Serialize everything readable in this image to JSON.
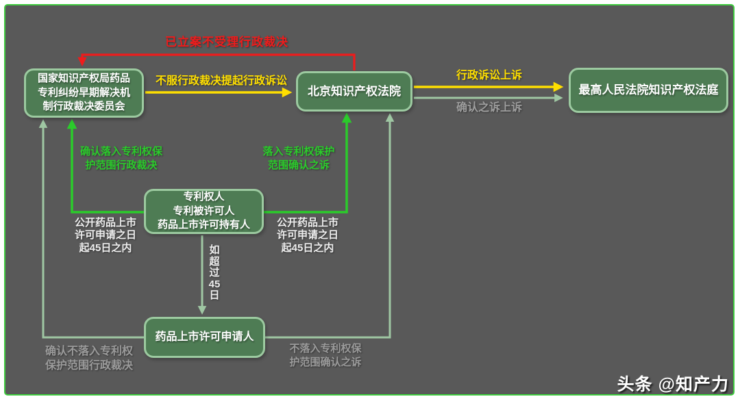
{
  "canvas": {
    "background": "#ffffff",
    "panel_bg": "#595959",
    "panel_border": "#3fcb3f",
    "node_fill": "#4e7c54",
    "node_border": "#9ccaa0"
  },
  "nodes": {
    "committee": {
      "label": "国家知识产权局药品\n专利纠纷早期解决机\n制行政裁决委员会"
    },
    "beijing_court": {
      "label": "北京知识产权法院"
    },
    "supreme_court": {
      "label": "最高人民法院知识产权法庭"
    },
    "parties": {
      "label": "专利权人\n专利被许可人\n药品上市许可持有人"
    },
    "applicant": {
      "label": "药品上市许可申请人"
    }
  },
  "edges": {
    "case_filed_rejection": {
      "label": "已立案不受理行政裁决",
      "color": "#ee1c1c",
      "from": "beijing_court",
      "to": "committee"
    },
    "admin_litigation": {
      "label": "不服行政裁决提起行政诉讼",
      "color": "#ffdf00",
      "from": "committee",
      "to": "beijing_court"
    },
    "admin_litigation_appeal": {
      "label": "行政诉讼上诉",
      "color": "#ffdf00",
      "from": "beijing_court",
      "to": "supreme_court"
    },
    "confirmation_suit_appeal": {
      "label": "确认之诉上诉",
      "color": "#9fc7a3",
      "from": "beijing_court",
      "to": "supreme_court"
    },
    "confirm_in_scope_adjudication": {
      "label": "确认落入专利权保\n护范围行政裁决",
      "color": "#2bcb2b",
      "from": "parties",
      "to": "committee"
    },
    "in_scope_confirmation_suit": {
      "label": "落入专利权保护\n范围确认之诉",
      "color": "#2bcb2b",
      "from": "parties",
      "to": "beijing_court"
    },
    "within_45_days_left": {
      "label": "公开药品上市\n许可申请之日\n起45日之内",
      "color": "#efefef"
    },
    "within_45_days_right": {
      "label": "公开药品上市\n许可申请之日\n起45日之内",
      "color": "#efefef"
    },
    "over_45_days": {
      "label": "如\n超\n过\n45\n日",
      "color": "#efefef",
      "from": "parties",
      "to": "applicant"
    },
    "confirm_not_in_scope_adjudication": {
      "label": "确认不落入专利权\n保护范围行政裁决",
      "color": "#9b9b9b",
      "from": "applicant",
      "to": "committee"
    },
    "not_in_scope_confirmation_suit": {
      "label": "不落入专利权保\n护范围确认之诉",
      "color": "#9b9b9b",
      "from": "applicant",
      "to": "beijing_court"
    }
  },
  "watermark": {
    "brand": "头条",
    "handle": "@知产力"
  }
}
